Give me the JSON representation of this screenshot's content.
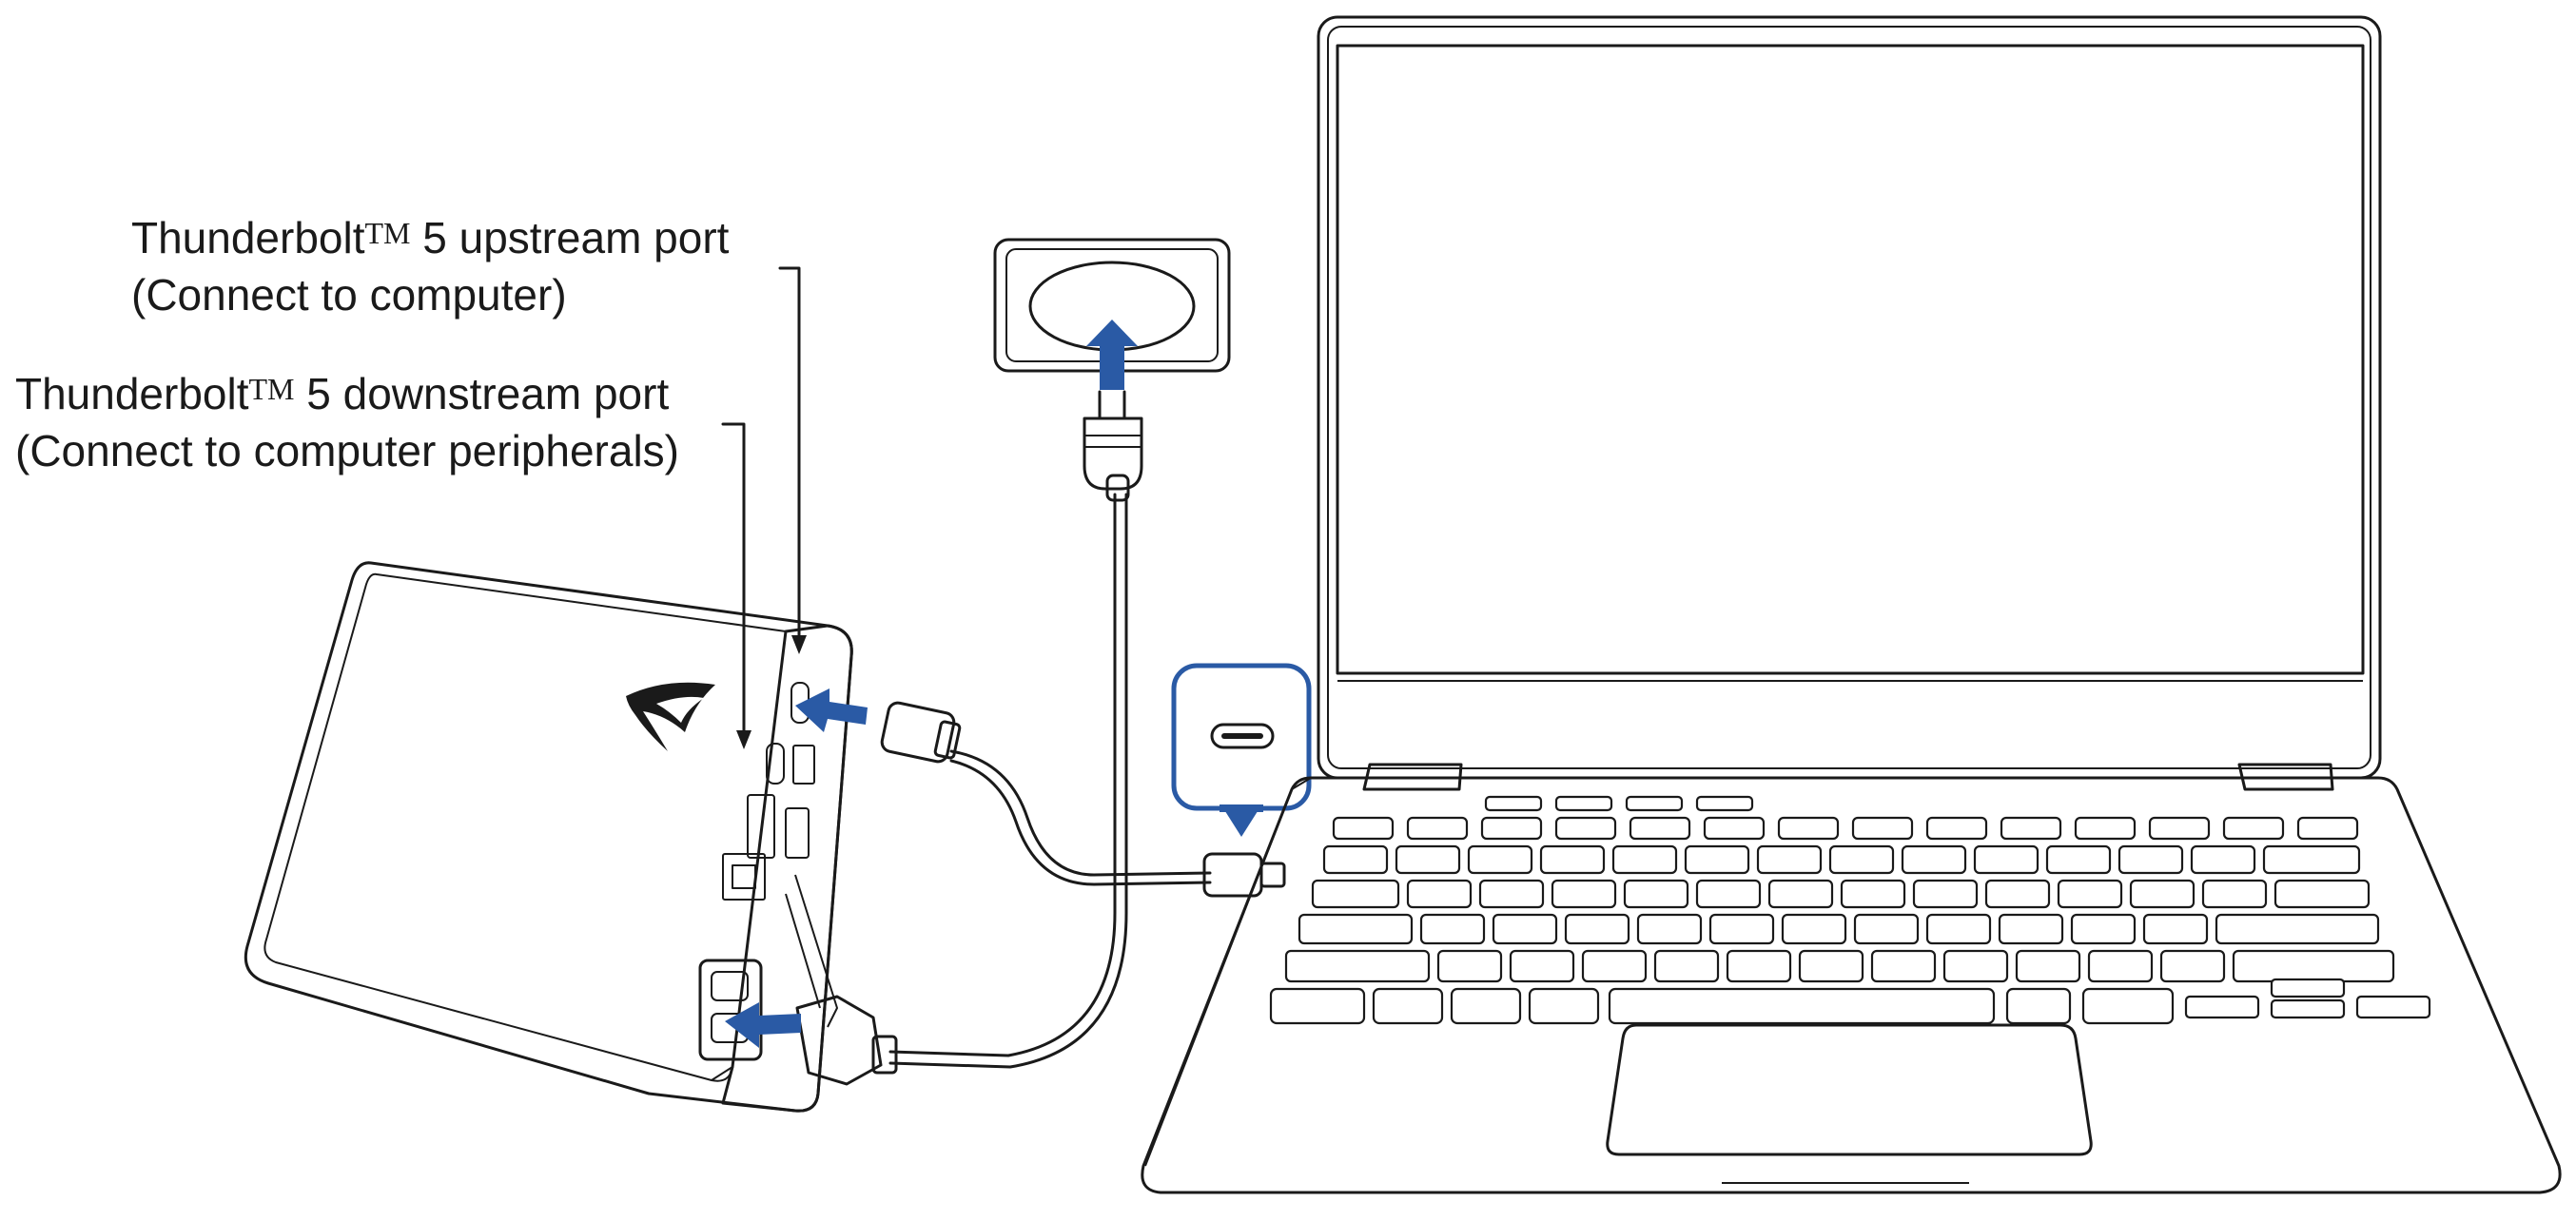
{
  "colors": {
    "accent": "#2a5aa5",
    "line": "#1a1a1a",
    "background": "#ffffff"
  },
  "labels": {
    "upstream": {
      "line1_prefix": "Thunderbolt",
      "line1_tm": "TM",
      "line1_suffix": " 5 upstream port",
      "line2": "(Connect to computer)"
    },
    "downstream": {
      "line1_prefix": "Thunderbolt",
      "line1_tm": "TM",
      "line1_suffix": " 5 downstream port",
      "line2": "(Connect to computer peripherals)"
    }
  },
  "icons": {
    "dock": "rog-dock-icon",
    "logo": "rog-logo-icon",
    "outlet": "wall-outlet-icon",
    "plug": "power-plug-icon",
    "laptop": "laptop-icon",
    "usbc_callout": "usb-c-port-callout-icon"
  }
}
